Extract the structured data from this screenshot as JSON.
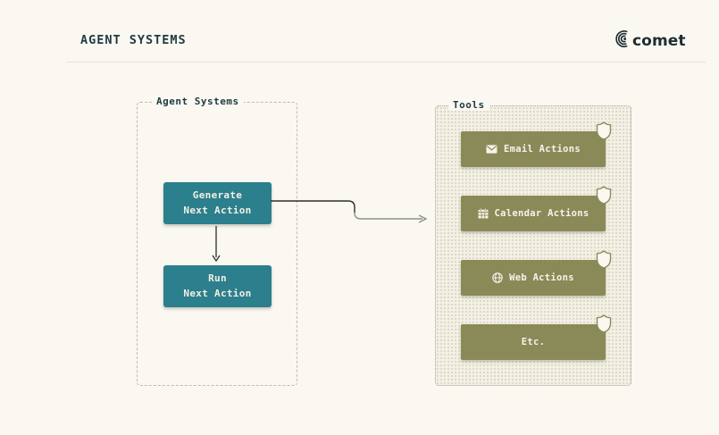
{
  "header": {
    "title": "AGENT SYSTEMS",
    "brand": "comet"
  },
  "diagram": {
    "agent_panel": {
      "label": "Agent Systems",
      "nodes": [
        {
          "id": "generate-next-action",
          "line1": "Generate",
          "line2": "Next Action"
        },
        {
          "id": "run-next-action",
          "line1": "Run",
          "line2": "Next Action"
        }
      ]
    },
    "tools_panel": {
      "label": "Tools",
      "items": [
        {
          "icon": "email-icon",
          "label": "Email Actions",
          "badge": "shield"
        },
        {
          "icon": "calendar-icon",
          "label": "Calendar Actions",
          "badge": "shield"
        },
        {
          "icon": "globe-icon",
          "label": "Web Actions",
          "badge": "shield"
        },
        {
          "icon": "none",
          "label": "Etc.",
          "badge": "shield"
        }
      ]
    },
    "connections": [
      {
        "from": "generate-next-action",
        "to": "run-next-action"
      },
      {
        "from": "generate-next-action",
        "to": "tools-panel"
      }
    ]
  },
  "colors": {
    "background": "#FAF8F0",
    "ink": "#1D3A43",
    "teal_node": "#2C7F8D",
    "olive_node": "#8A8A58",
    "node_text": "#F6F3EA"
  }
}
